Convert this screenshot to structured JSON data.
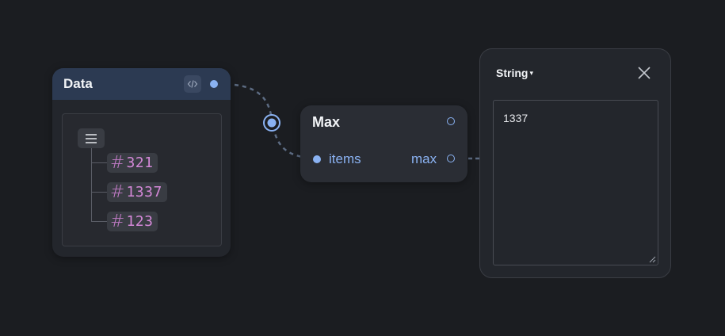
{
  "data_node": {
    "title": "Data",
    "code_icon": "code-brackets-icon",
    "list_icon": "list-icon",
    "items": [
      "321",
      "1337",
      "123"
    ],
    "number_icon": "hash-icon",
    "hash_glyph": "#"
  },
  "max_node": {
    "title": "Max",
    "input_label": "items",
    "output_label": "max"
  },
  "string_panel": {
    "type_label": "String",
    "caret": "▾",
    "value": "1337",
    "close_icon": "close-icon"
  },
  "colors": {
    "background": "#1b1d21",
    "node": "#23262c",
    "data_header": "#2c3a52",
    "port": "#8ab2f2",
    "number": "#d488d8",
    "wire": "#5c6b82"
  }
}
